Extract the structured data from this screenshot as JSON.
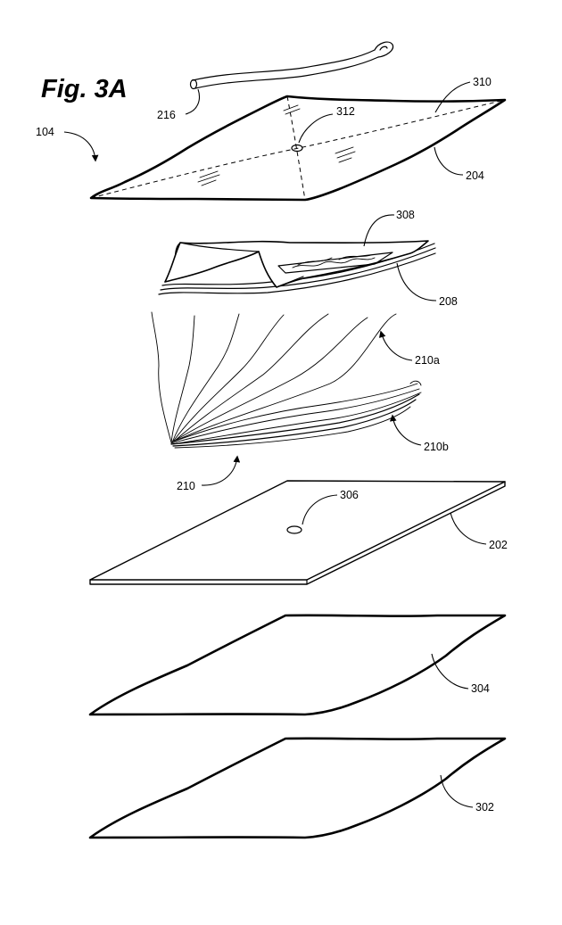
{
  "figure": {
    "title": "Fig. 3A"
  },
  "labels": {
    "l104": "104",
    "l216": "216",
    "l312": "312",
    "l310": "310",
    "l204": "204",
    "l308": "308",
    "l208": "208",
    "l210a": "210a",
    "l210b": "210b",
    "l210": "210",
    "l306": "306",
    "l202": "202",
    "l304": "304",
    "l302": "302"
  }
}
